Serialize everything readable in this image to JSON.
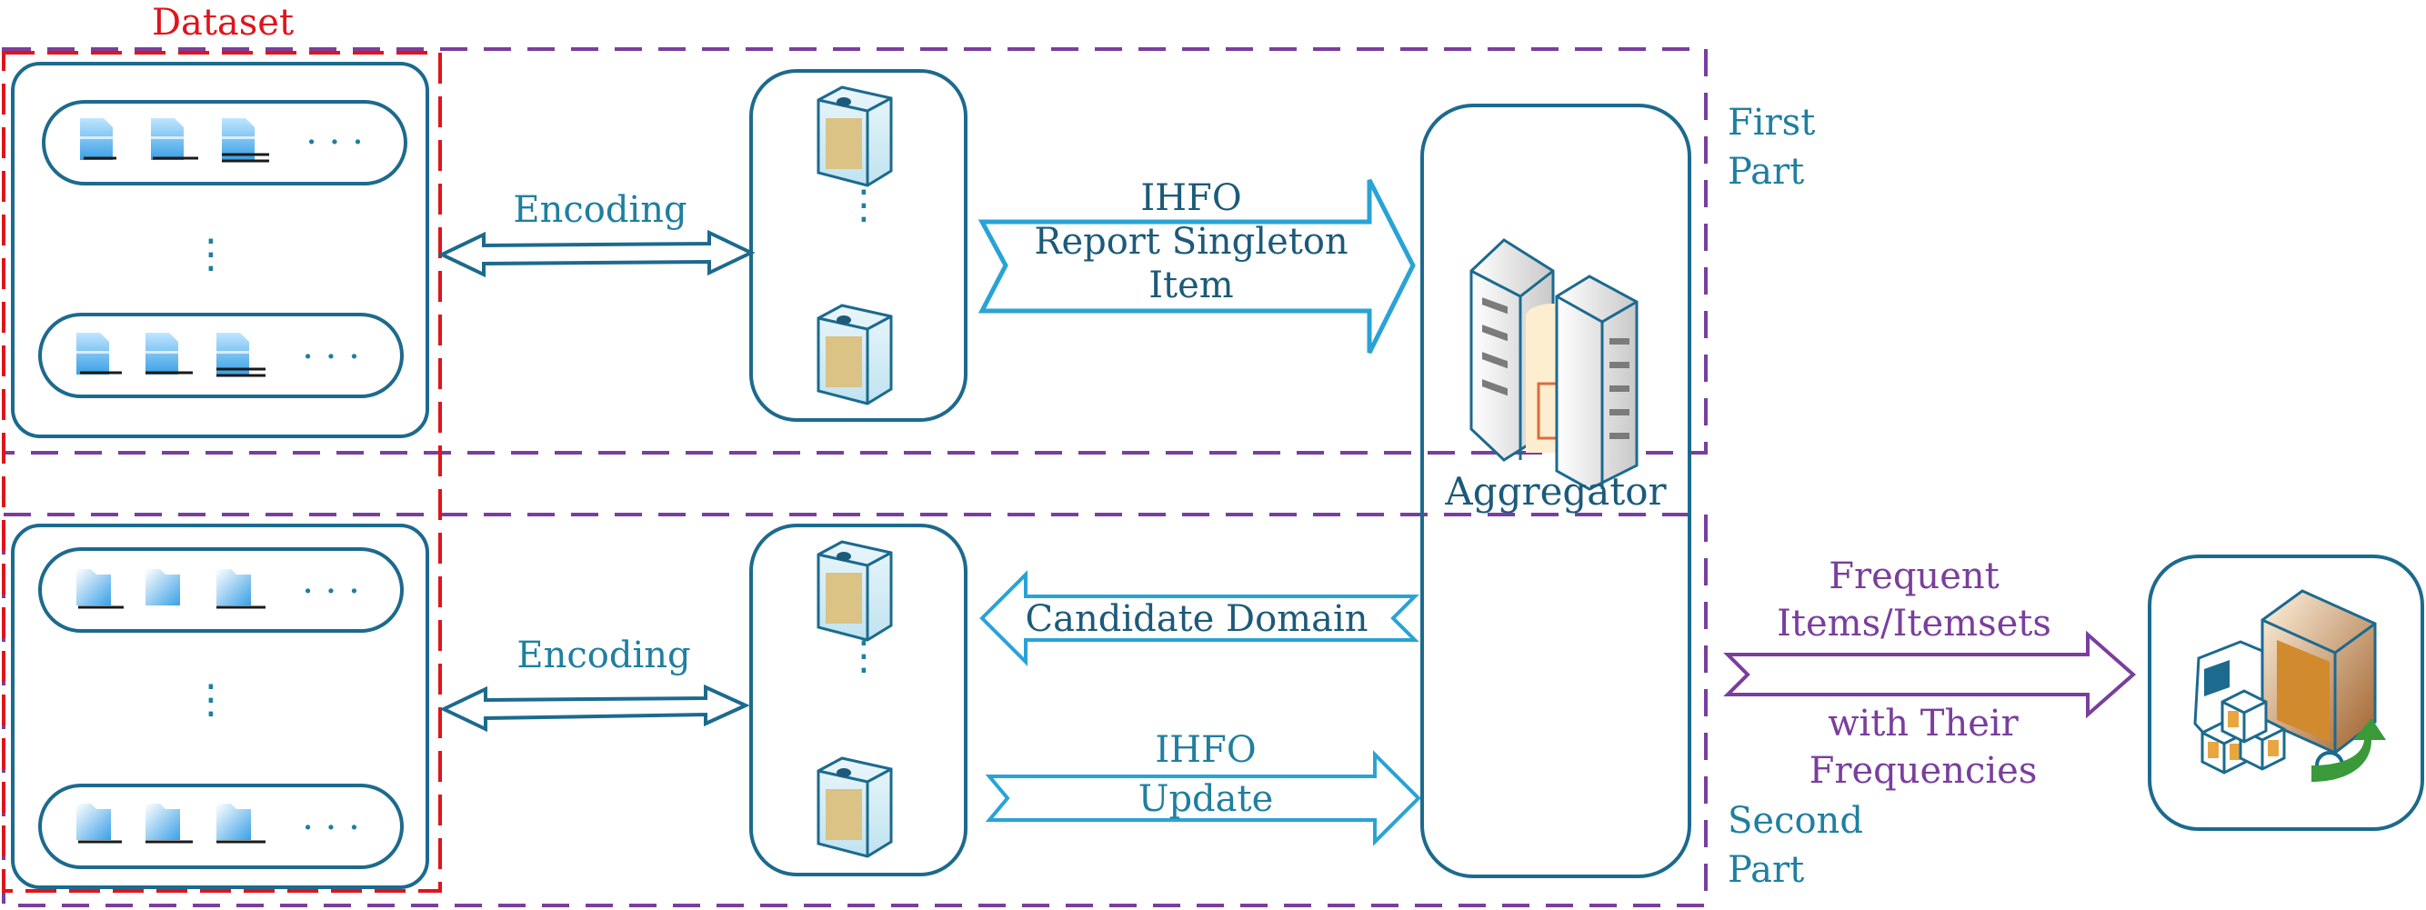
{
  "dataset_label": "Dataset",
  "first_part_label": [
    "First",
    "Part"
  ],
  "second_part_label": [
    "Second",
    "Part"
  ],
  "encoding_top": "Encoding",
  "encoding_bottom": "Encoding",
  "report_arrow": [
    "IHFO",
    "Report Singleton",
    "Item"
  ],
  "candidate_arrow": "Candidate Domain",
  "update_arrow": [
    "IHFO",
    "Update"
  ],
  "aggregator": "Aggregator",
  "output_arrow_top": [
    "Frequent",
    "Items/Itemsets"
  ],
  "output_arrow_bottom": [
    "with Their",
    "Frequencies"
  ],
  "ellipsis": "· · ·",
  "vdots": "⋮",
  "colors": {
    "box_stroke": "#1c6a8e",
    "text_blue": "#1f7fa0",
    "dash_purple": "#7a3e9d",
    "dash_red": "#e0141b",
    "arrow_cyan": "#29a3d6",
    "arrow_purple": "#7a3e9d"
  }
}
